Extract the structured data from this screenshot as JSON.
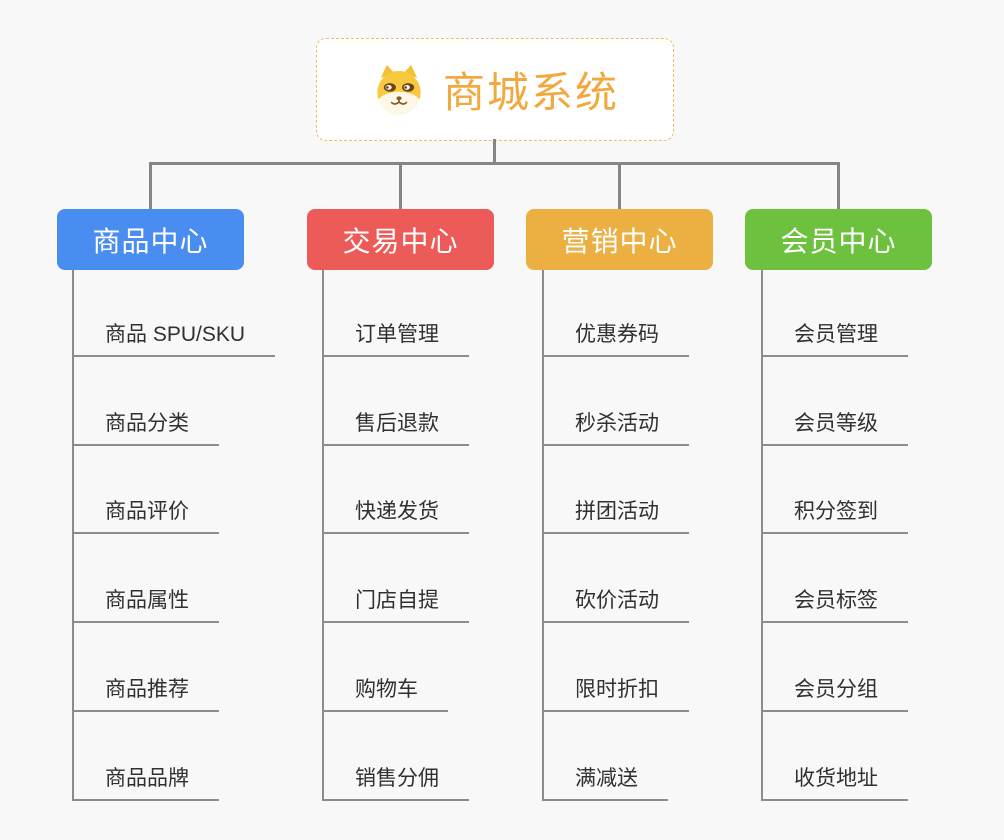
{
  "root": {
    "title": "商城系统",
    "icon": "shiba-dog-icon"
  },
  "branches": [
    {
      "label": "商品中心",
      "color": "#4a8df0",
      "children": [
        "商品 SPU/SKU",
        "商品分类",
        "商品评价",
        "商品属性",
        "商品推荐",
        "商品品牌"
      ]
    },
    {
      "label": "交易中心",
      "color": "#ec5b57",
      "children": [
        "订单管理",
        "售后退款",
        "快递发货",
        "门店自提",
        "购物车",
        "销售分佣"
      ]
    },
    {
      "label": "营销中心",
      "color": "#ecaf41",
      "children": [
        "优惠券码",
        "秒杀活动",
        "拼团活动",
        "砍价活动",
        "限时折扣",
        "满减送"
      ]
    },
    {
      "label": "会员中心",
      "color": "#6dc13e",
      "children": [
        "会员管理",
        "会员等级",
        "积分签到",
        "会员标签",
        "会员分组",
        "收货地址"
      ]
    }
  ],
  "colors": {
    "background": "#f8f8f8",
    "root_border": "#edbd5e",
    "root_text": "#f1a93f",
    "connector": "#858585",
    "leaf_line": "#8c8c8c",
    "leaf_text": "#303030"
  }
}
